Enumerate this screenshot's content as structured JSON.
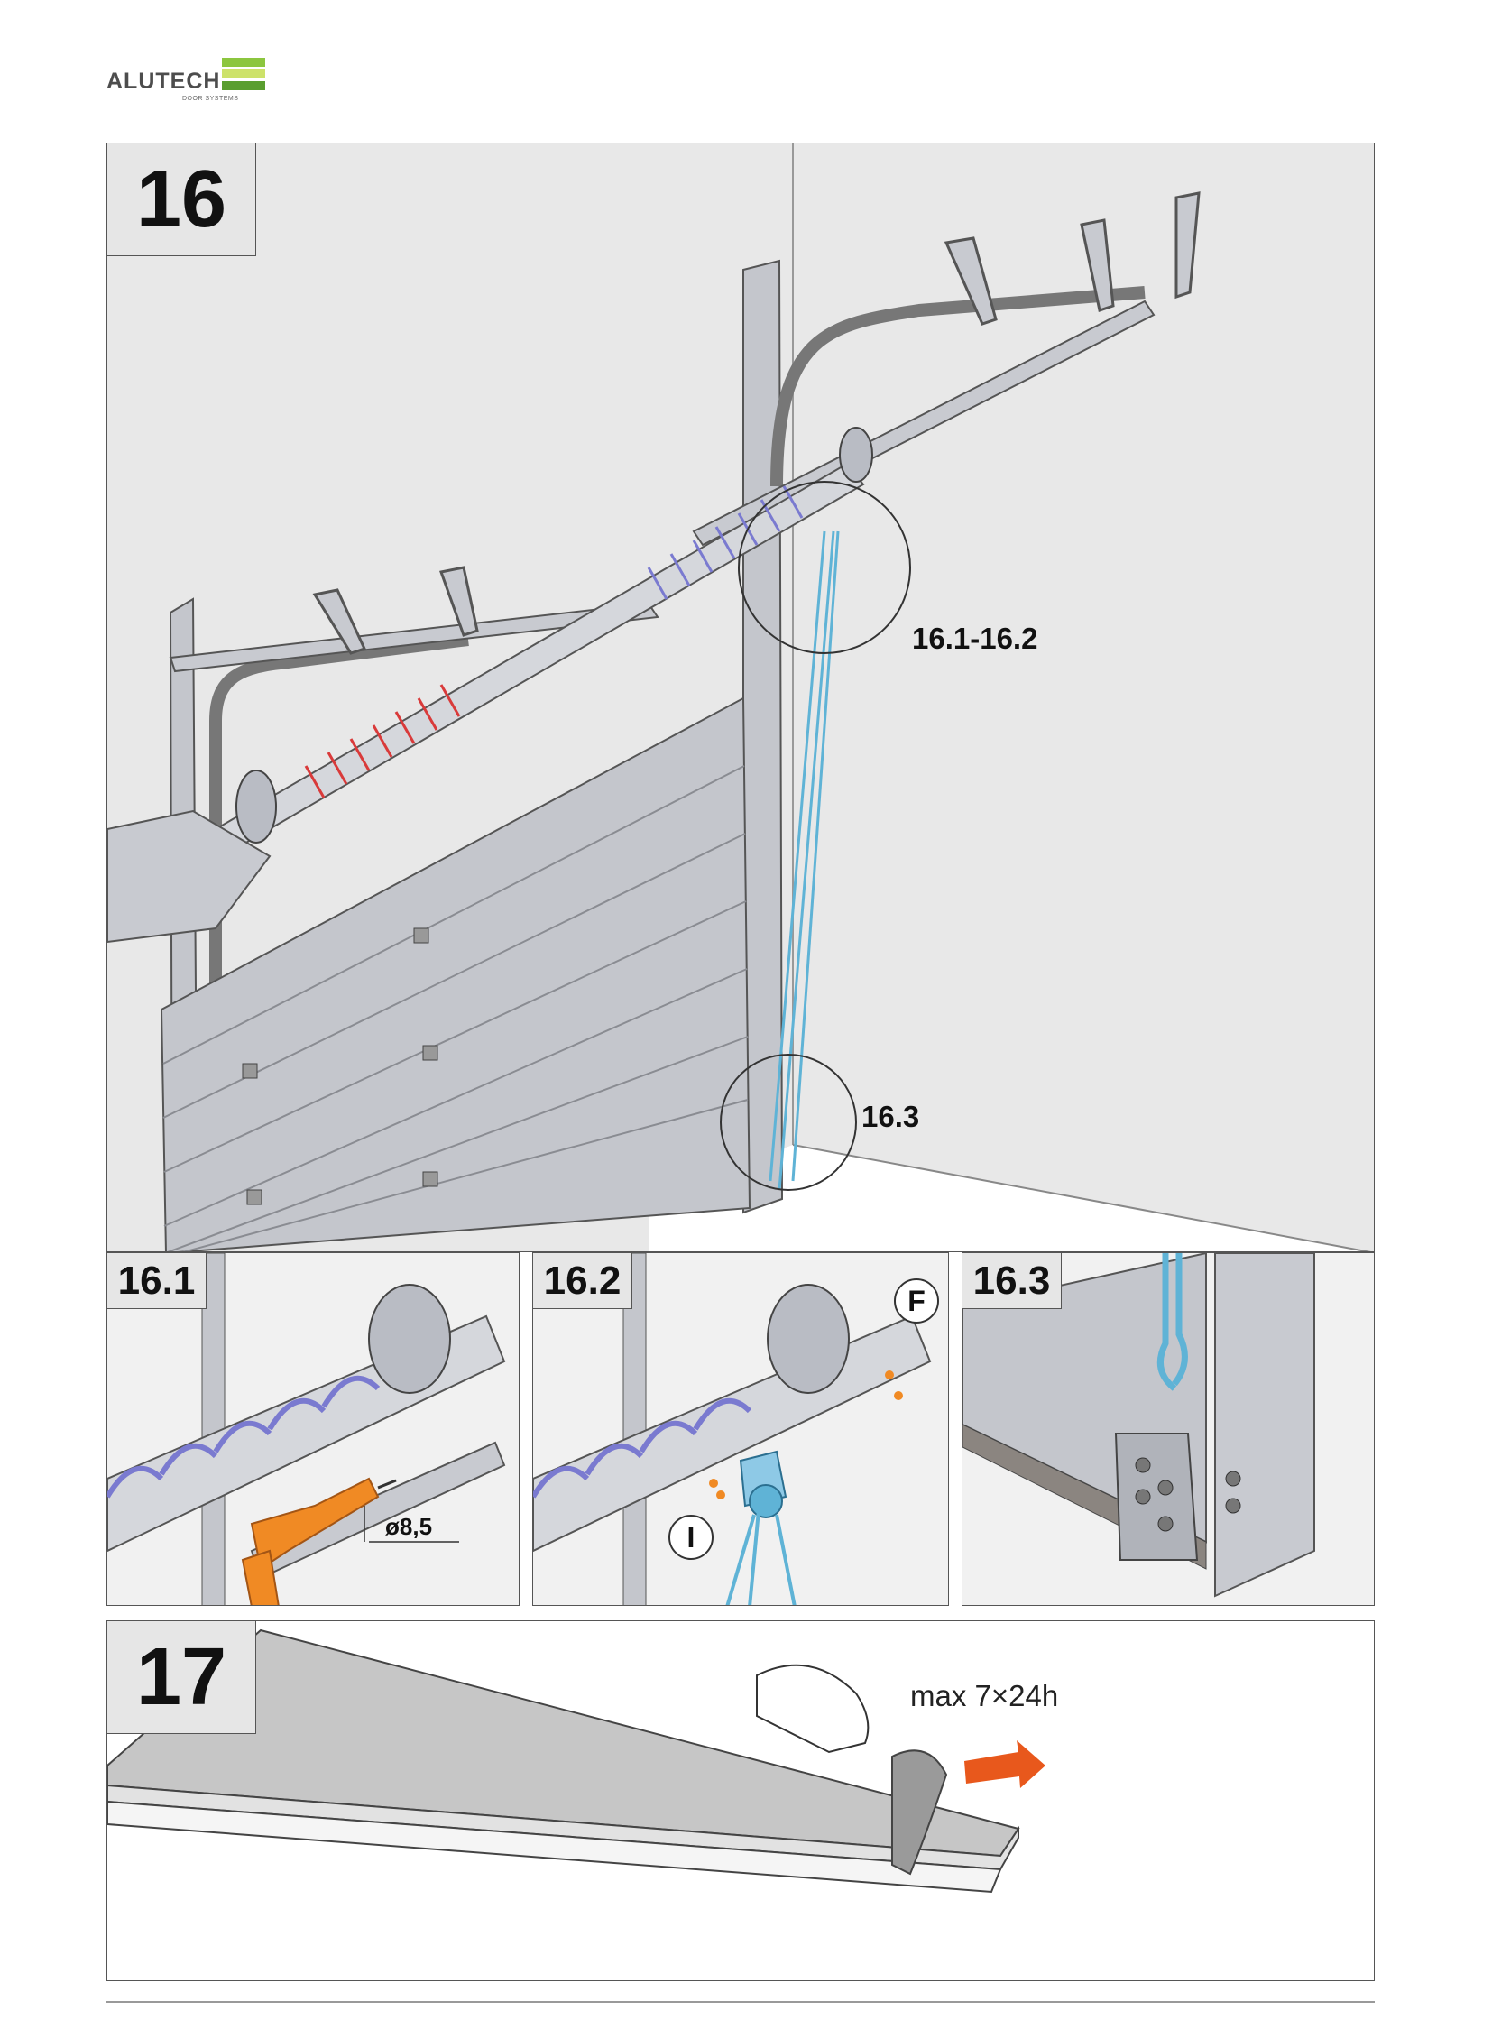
{
  "logo": {
    "name": "ALUTECH",
    "tagline": "DOOR SYSTEMS",
    "colors": [
      "#8cc63f",
      "#cde26a",
      "#5a9e2f"
    ]
  },
  "step16": {
    "number": "16",
    "callout_upper": "16.1-16.2",
    "callout_lower": "16.3",
    "detail_1": {
      "label": "16.1",
      "dimension": "ø8,5"
    },
    "detail_2": {
      "label": "16.2",
      "marker_f": "F",
      "marker_i": "I"
    },
    "detail_3": {
      "label": "16.3"
    }
  },
  "step17": {
    "number": "17",
    "note": "max 7×24h"
  },
  "colors": {
    "panel_bg": "#e8e8e8",
    "metal": "#b9bcc4",
    "spring_red": "#d93a3a",
    "spring_blue": "#7a7ad0",
    "cable_blue": "#5fb3d6",
    "drill_orange": "#f08a24",
    "arrow_orange": "#e8581c"
  }
}
